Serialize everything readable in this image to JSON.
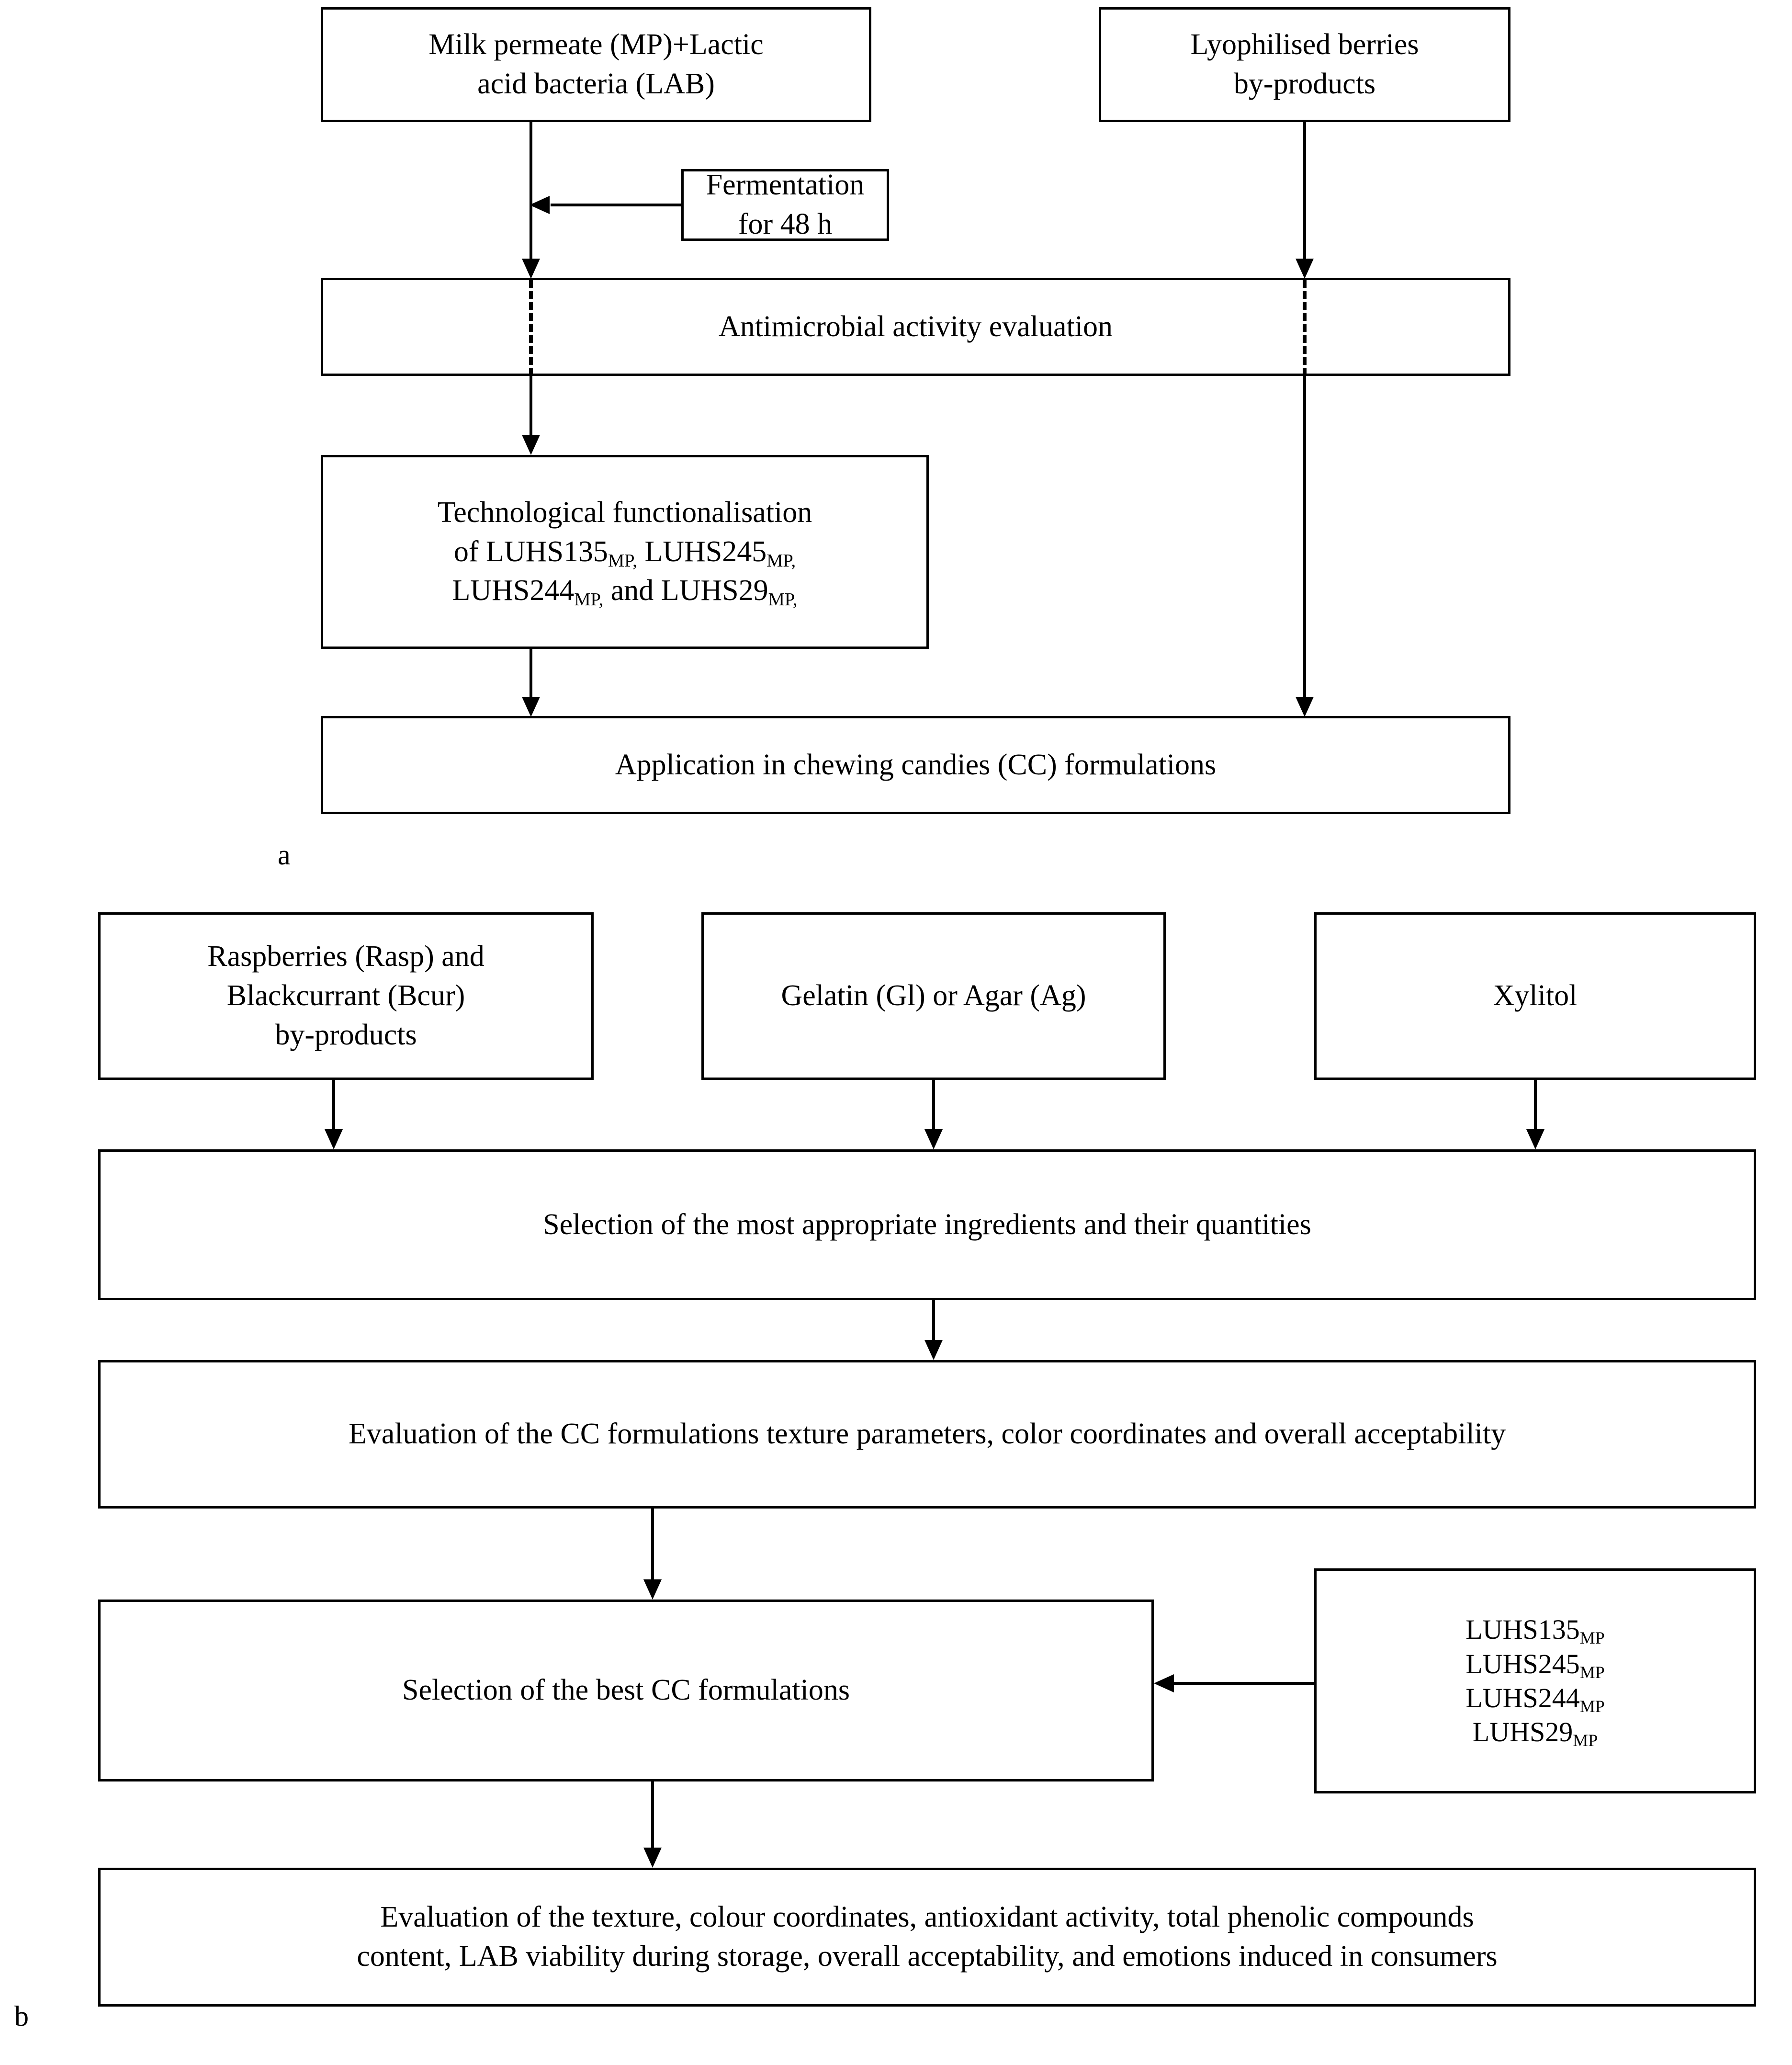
{
  "figure": {
    "type": "flowchart",
    "panels": [
      {
        "id": "a",
        "label": "a",
        "nodes": [
          {
            "id": "mp-lab",
            "lines": [
              "Milk permeate (MP)+Lactic",
              "acid bacteria (LAB)"
            ]
          },
          {
            "id": "lyophilised-berries",
            "lines": [
              "Lyophilised berries",
              "by-products"
            ]
          },
          {
            "id": "fermentation",
            "lines": [
              "Fermentation for 48 h"
            ]
          },
          {
            "id": "antimicrobial",
            "lines": [
              "Antimicrobial activity evaluation"
            ]
          },
          {
            "id": "technological",
            "lines": [
              "Technological functionalisation",
              "of LUHS135MP, LUHS245MP,",
              "LUHS244MP, and LUHS29MP,"
            ]
          },
          {
            "id": "application",
            "lines": [
              "Application in chewing candies (CC) formulations"
            ]
          }
        ]
      },
      {
        "id": "b",
        "label": "b",
        "nodes": [
          {
            "id": "berry-byproducts",
            "lines": [
              "Raspberries (Rasp) and",
              "Blackcurrant (Bcur)",
              "by-products"
            ]
          },
          {
            "id": "gelatin-agar",
            "lines": [
              "Gelatin (Gl) or Agar (Ag)"
            ]
          },
          {
            "id": "xylitol",
            "lines": [
              "Xylitol"
            ]
          },
          {
            "id": "selection-ingredients",
            "lines": [
              "Selection of the most appropriate ingredients and their quantities"
            ]
          },
          {
            "id": "evaluation-cc",
            "lines": [
              "Evaluation of the CC formulations texture parameters, color coordinates and overall acceptability"
            ]
          },
          {
            "id": "selection-best-cc",
            "lines": [
              "Selection of the best CC formulations"
            ]
          },
          {
            "id": "luhs-strains",
            "lines": [
              "LUHS135MP",
              "LUHS245MP",
              "LUHS244MP",
              "LUHS29MP"
            ]
          },
          {
            "id": "final-evaluation",
            "lines": [
              "Evaluation of the texture, colour coordinates, antioxidant activity, total phenolic compounds",
              "content, LAB viability during storage, overall acceptability, and emotions induced in consumers"
            ]
          }
        ]
      }
    ]
  },
  "panel_a": {
    "label": "a",
    "mp_lab": {
      "line1": "Milk permeate (MP)+Lactic",
      "line2": "acid bacteria (LAB)"
    },
    "lyophilised": {
      "line1": "Lyophilised berries",
      "line2": "by-products"
    },
    "fermentation": {
      "line1": "Fermentation for 48 h"
    },
    "antimicrobial": {
      "line1": "Antimicrobial activity evaluation"
    },
    "technological": {
      "line1": "Technological functionalisation",
      "line2_a": "of LUHS135",
      "line2_sub_a": "MP,",
      "line2_b": " LUHS245",
      "line2_sub_b": "MP,",
      "line3_a": "LUHS244",
      "line3_sub_a": "MP,",
      "line3_b": " and LUHS29",
      "line3_sub_b": "MP,"
    },
    "application": {
      "line1": "Application in chewing candies (CC) formulations"
    }
  },
  "panel_b": {
    "label": "b",
    "berries": {
      "line1": "Raspberries (Rasp) and",
      "line2": "Blackcurrant (Bcur)",
      "line3": "by-products"
    },
    "gelatin": {
      "line1": "Gelatin (Gl) or Agar (Ag)"
    },
    "xylitol": {
      "line1": "Xylitol"
    },
    "selection_ingredients": {
      "line1": "Selection of the most appropriate ingredients and their quantities"
    },
    "evaluation_cc": {
      "line1": "Evaluation of the CC formulations texture parameters, color coordinates and overall acceptability"
    },
    "selection_best": {
      "line1": "Selection of the best CC formulations"
    },
    "luhs": {
      "row1_main": "LUHS135",
      "row1_sub": "MP",
      "row2_main": "LUHS245",
      "row2_sub": "MP",
      "row3_main": "LUHS244",
      "row3_sub": "MP",
      "row4_main": "LUHS29",
      "row4_sub": "MP"
    },
    "final_evaluation": {
      "line1": "Evaluation of the texture, colour coordinates, antioxidant activity, total phenolic compounds",
      "line2": "content, LAB viability during storage, overall acceptability, and emotions induced in consumers"
    }
  },
  "style": {
    "stroke_color": "#000000",
    "background_color": "#ffffff"
  }
}
